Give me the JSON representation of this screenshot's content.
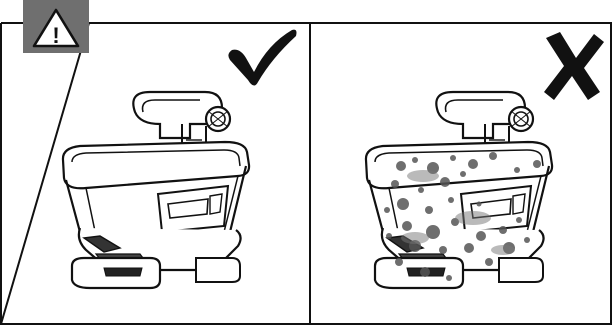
{
  "figure": {
    "warning_symbol": "!",
    "icons": {
      "warning": "warning-triangle-icon",
      "correct": "checkmark-icon",
      "incorrect": "cross-icon"
    },
    "panels": [
      {
        "label": "correct",
        "spreader_state": "clean"
      },
      {
        "label": "incorrect",
        "spreader_state": "dirty"
      }
    ],
    "colors": {
      "outline": "#111111",
      "tab": "#6f6f6f",
      "dirt": "#555555"
    }
  }
}
